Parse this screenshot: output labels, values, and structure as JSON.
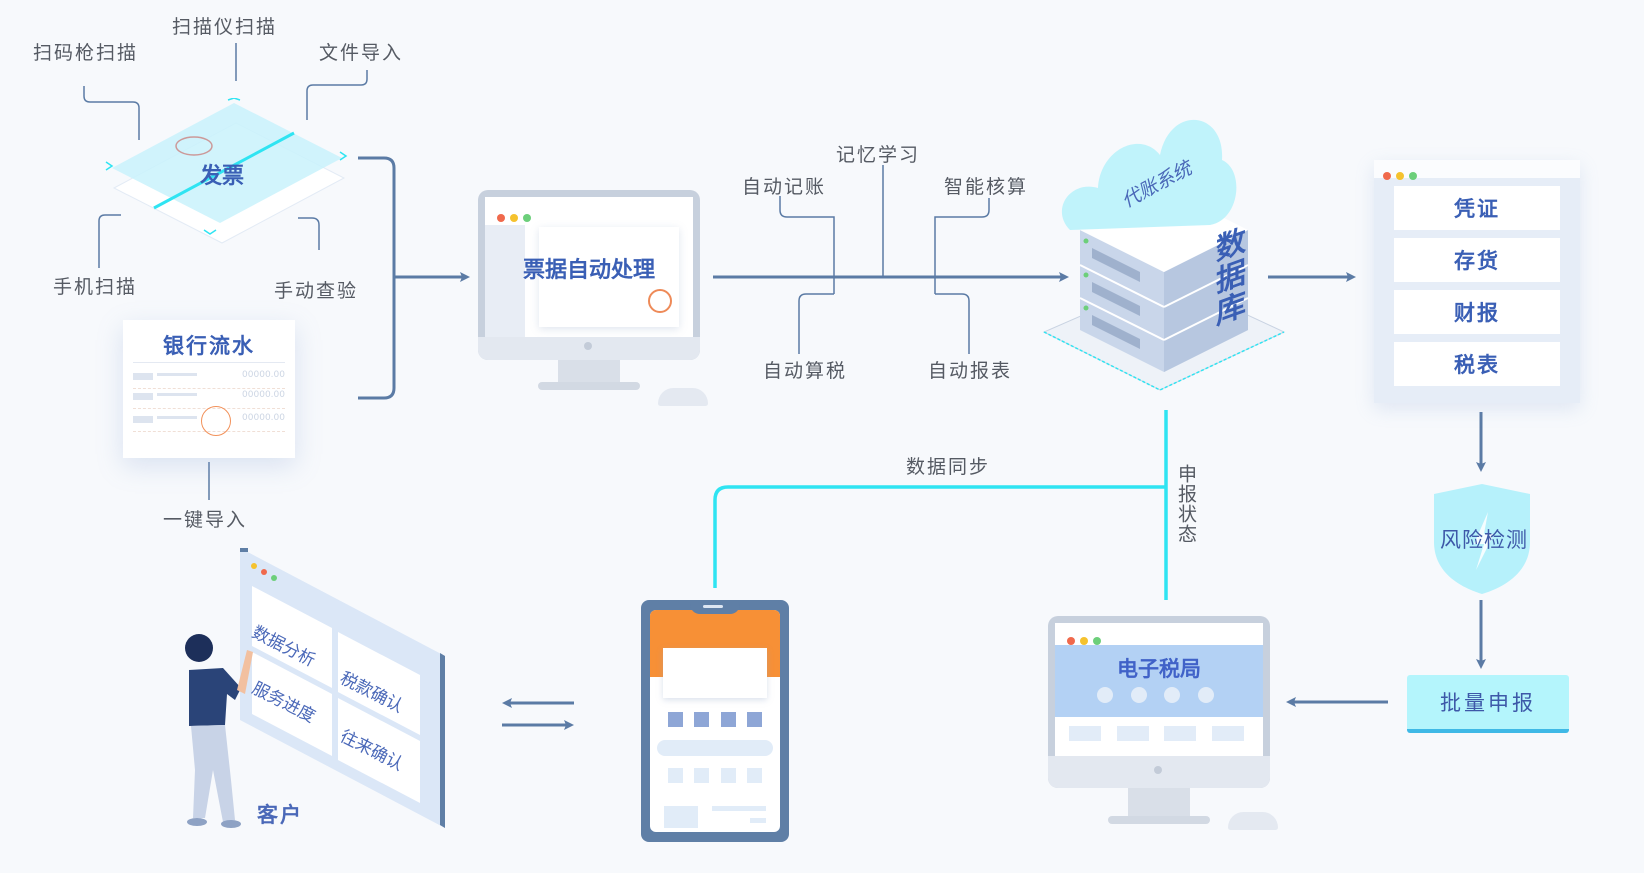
{
  "invoice": {
    "title": "发票",
    "input_labels": {
      "scanner_gun": "扫码枪扫描",
      "scanner": "扫描仪扫描",
      "file_import": "文件导入",
      "mobile_scan": "手机扫描",
      "manual_check": "手动查验"
    }
  },
  "bank_statement": {
    "title": "银行流水",
    "rows": [
      "00000.00",
      "00000.00",
      "00000.00"
    ],
    "import_label": "一键导入"
  },
  "auto_processing": {
    "title": "票据自动处理"
  },
  "pipeline_labels": {
    "memory_learning": "记忆学习",
    "auto_bookkeeping": "自动记账",
    "smart_accounting": "智能核算",
    "auto_tax_calc": "自动算税",
    "auto_reporting": "自动报表"
  },
  "database": {
    "cloud_label": "代账系统",
    "title": "数据库"
  },
  "outputs": {
    "items": [
      "凭证",
      "存货",
      "财报",
      "税表"
    ]
  },
  "risk_check": {
    "label": "风险检测"
  },
  "batch_filing": {
    "label": "批量申报"
  },
  "tax_bureau": {
    "title": "电子税局"
  },
  "sync": {
    "data_sync_label": "数据同步",
    "filing_status_label": "申报状态"
  },
  "client": {
    "label": "客户",
    "panels": [
      "数据分析",
      "服务进度",
      "税款确认",
      "往来确认"
    ]
  },
  "colors": {
    "flow_arrow": "#5b7ba5",
    "sync_line": "#2fe4f2",
    "title_blue": "#3a5fb5",
    "phone_header": "#f79036",
    "phone_frame": "#5f7fa6",
    "accent_cyan": "#b9f7fb"
  }
}
